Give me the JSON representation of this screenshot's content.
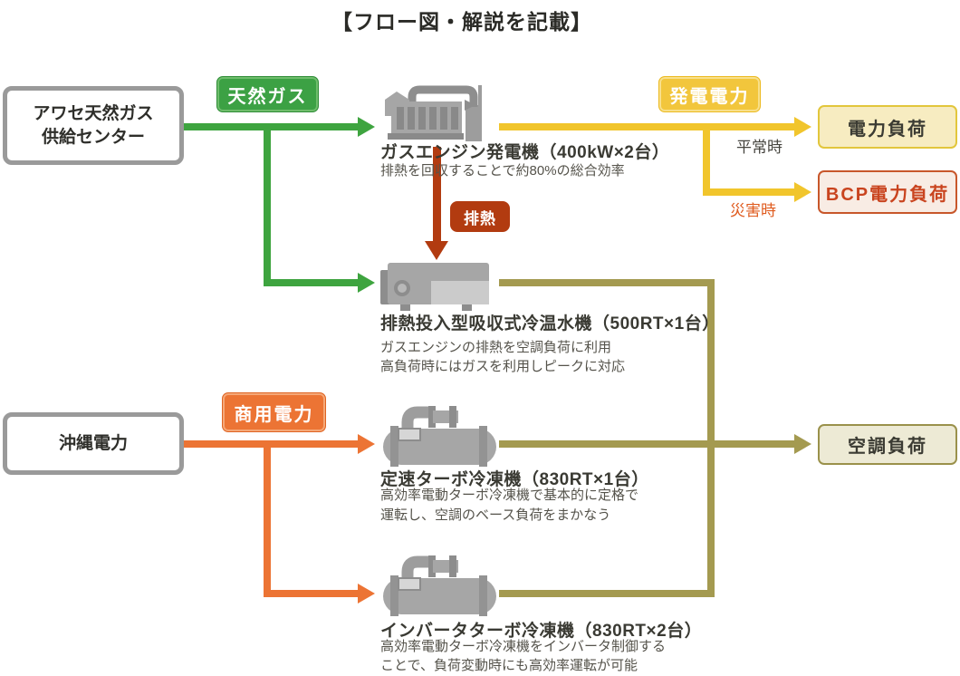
{
  "title": "【フロー図・解説を記載】",
  "sources": {
    "awase": {
      "label": "アワセ天然ガス\n供給センター"
    },
    "okinawa": {
      "label": "沖縄電力"
    }
  },
  "badges": {
    "natural_gas": {
      "label": "天然ガス",
      "color": "#3ca144"
    },
    "generated_power": {
      "label": "発電電力",
      "color": "#f2c63c"
    },
    "exhaust_heat": {
      "label": "排熱",
      "color": "#b23b10"
    },
    "commercial_power": {
      "label": "商用電力",
      "color": "#ec7434"
    }
  },
  "loads": {
    "electric": {
      "label": "電力負荷",
      "accent": "#e2c63c"
    },
    "bcp": {
      "label": "BCP電力負荷",
      "accent": "#c8572b"
    },
    "hvac": {
      "label": "空調負荷",
      "accent": "#9a914b"
    }
  },
  "flow_labels": {
    "normal": {
      "label": "平常時",
      "color": "#45443e"
    },
    "disaster": {
      "label": "災害時",
      "color": "#df5b1e"
    }
  },
  "flow_colors": {
    "natural_gas": "#3ea43f",
    "generated_power": "#f1c52c",
    "commercial_power": "#ec7434",
    "chilled_water": "#a49a50",
    "exhaust_heat": "#b23b10"
  },
  "equipment": {
    "gas_engine": {
      "name": "ガスエンジン発電機（400kW×2台）",
      "desc": [
        "排熱を回収することで約80%の総合効率"
      ]
    },
    "absorption_chiller": {
      "name": "排熱投入型吸収式冷温水機（500RT×1台）",
      "desc": [
        "ガスエンジンの排熱を空調負荷に利用",
        "高負荷時にはガスを利用しピークに対応"
      ]
    },
    "fixed_speed_turbo": {
      "name": "定速ターボ冷凍機（830RT×1台）",
      "desc": [
        "高効率電動ターボ冷凍機で基本的に定格で",
        "運転し、空調のベース負荷をまかなう"
      ]
    },
    "inverter_turbo": {
      "name": "インバータターボ冷凍機（830RT×2台）",
      "desc": [
        "高効率電動ターボ冷凍機をインバータ制御する",
        "ことで、負荷変動時にも高効率運転が可能"
      ]
    }
  }
}
